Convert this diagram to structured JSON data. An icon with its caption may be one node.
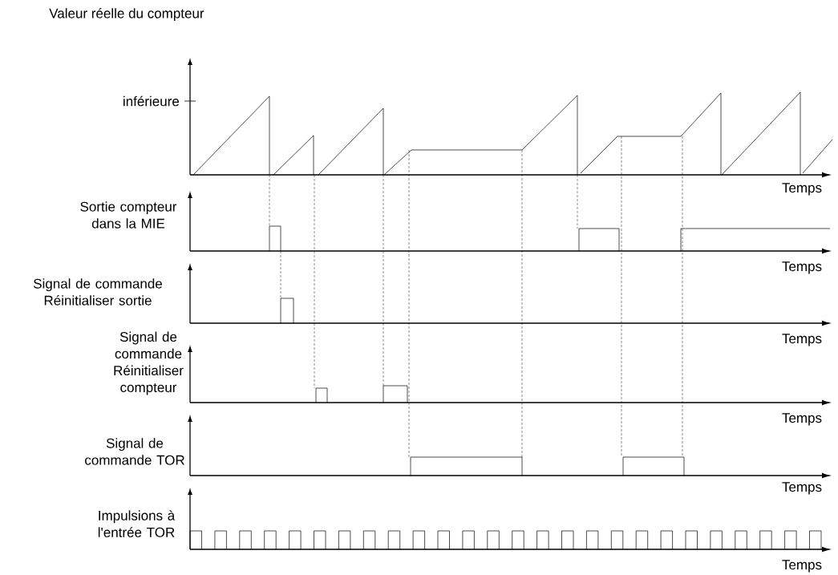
{
  "diagram": {
    "labels": [
      "Valeur réelle du compteur",
      "inférieure",
      "Temps",
      "Sortie compteur dans la MIE",
      "Temps",
      "Signal de commande Réinitialiser sortie",
      "Temps",
      "Signal de commande Réinitialiser compteur",
      "Temps",
      "Signal de commande TOR",
      "Temps",
      "Impulsions à l'entrée TOR",
      "Temps"
    ]
  }
}
